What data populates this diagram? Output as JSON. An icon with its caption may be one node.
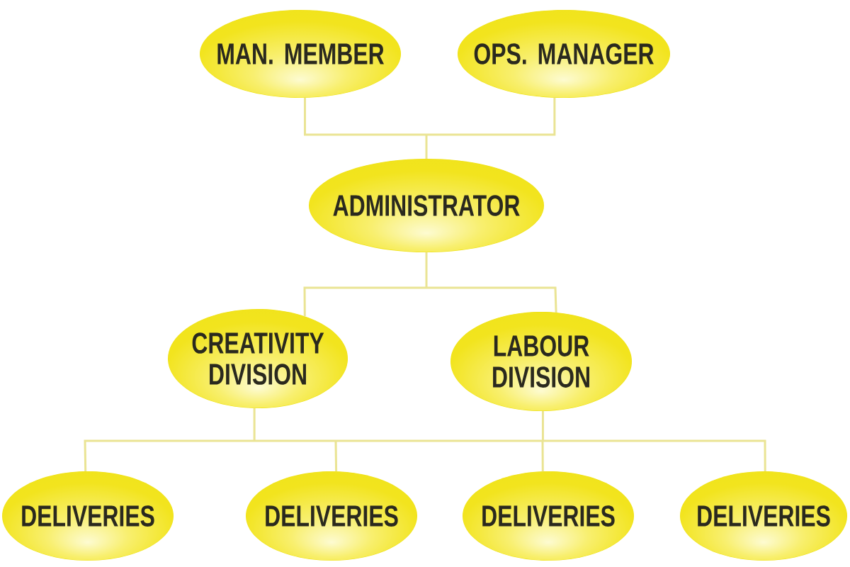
{
  "diagram": {
    "nodes": [
      {
        "text": [
          "MAN. MEMBER"
        ]
      },
      {
        "text": [
          "OPS. MANAGER"
        ]
      },
      {
        "text": [
          "ADMINISTRATOR"
        ]
      },
      {
        "text": [
          "CREATIVITY DIVISION"
        ]
      },
      {
        "text": [
          "LABOUR DIVISION"
        ]
      },
      {
        "text": [
          "DELIVERIES"
        ]
      },
      {
        "text": [
          "DELIVERIES"
        ]
      },
      {
        "text": [
          "DELIVERIES"
        ]
      },
      {
        "text": [
          "DELIVERIES"
        ]
      }
    ],
    "edges": [
      {
        "from": 0,
        "to": 2,
        "arrow": "none"
      },
      {
        "from": 1,
        "to": 2,
        "arrow": "none"
      },
      {
        "from": 2,
        "to": 3,
        "arrow": "none"
      },
      {
        "from": 2,
        "to": 4,
        "arrow": "none"
      },
      {
        "from": 3,
        "to": 5,
        "arrow": "none"
      },
      {
        "from": 3,
        "to": 6,
        "arrow": "none"
      },
      {
        "from": 3,
        "to": 7,
        "arrow": "none"
      },
      {
        "from": 3,
        "to": 8,
        "arrow": "none"
      },
      {
        "from": 4,
        "to": 5,
        "arrow": "none"
      },
      {
        "from": 4,
        "to": 6,
        "arrow": "none"
      },
      {
        "from": 4,
        "to": 7,
        "arrow": "none"
      },
      {
        "from": 4,
        "to": 8,
        "arrow": "none"
      }
    ]
  }
}
